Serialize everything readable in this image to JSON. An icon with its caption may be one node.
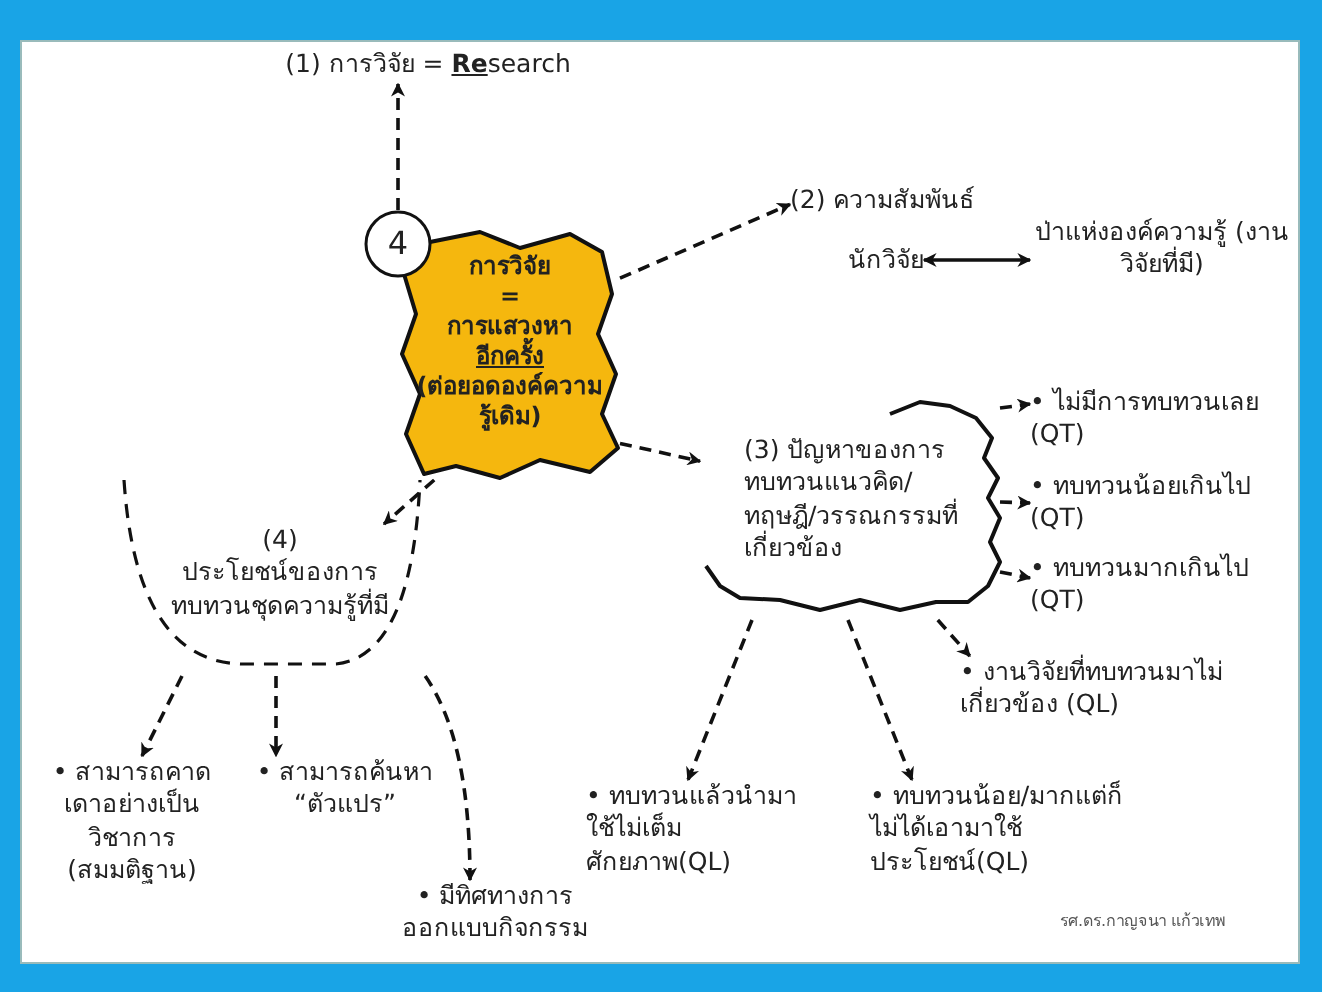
{
  "diagram": {
    "nodes": [
      {
        "text": [
          "การวิจัย",
          "=",
          "การแสวงหา",
          "อีกครั้ง",
          "(ต่อยอดองค์ความรู้เดิม)"
        ]
      },
      {
        "text": [
          "4"
        ]
      },
      {
        "text": [
          "(1) การวิจัย = **Re**search"
        ]
      },
      {
        "text": [
          "(2) ความสัมพันธ์"
        ]
      },
      {
        "text": [
          "นักวิจัย"
        ]
      },
      {
        "text": [
          "ป่าแห่งองค์ความรู้ (งานวิจัยที่มี)"
        ]
      },
      {
        "text": [
          "(3) ปัญหาของการทบทวนแนวคิด/ทฤษฎี/วรรณกรรมที่เกี่ยวข้อง"
        ]
      },
      {
        "text": [
          "• ไม่มีการทบทวนเลย (QT)"
        ]
      },
      {
        "text": [
          "• ทบทวนน้อยเกินไป (QT)"
        ]
      },
      {
        "text": [
          "• ทบทวนมากเกินไป (QT)"
        ]
      },
      {
        "text": [
          "• งานวิจัยที่ทบทวนมาไม่เกี่ยวข้อง (QL)"
        ]
      },
      {
        "text": [
          "• ทบทวนแล้วนำมาใช้ไม่เต็มศักยภาพ(QL)"
        ]
      },
      {
        "text": [
          "• ทบทวนน้อย/มากแต่ก็ไม่ได้เอามาใช้ประโยชน์(QL)"
        ]
      },
      {
        "text": [
          "(4)",
          "ประโยชน์ของการทบทวนชุดความรู้ที่มี"
        ]
      },
      {
        "text": [
          "• สามารถคาดเดาอย่างเป็นวิชาการ (สมมติฐาน)"
        ]
      },
      {
        "text": [
          "• สามารถค้นหา “ตัวแปร”"
        ]
      },
      {
        "text": [
          "• มีทิศทางการออกแบบกิจกรรม"
        ]
      }
    ],
    "edges": [
      {
        "from": 1,
        "to": 2,
        "arrow": "to",
        "style": "dashed"
      },
      {
        "from": 0,
        "to": 3,
        "arrow": "to",
        "style": "dashed"
      },
      {
        "from": 0,
        "to": 6,
        "arrow": "to",
        "style": "dashed"
      },
      {
        "from": 0,
        "to": 13,
        "arrow": "to",
        "style": "dashed"
      },
      {
        "from": 4,
        "to": 5,
        "arrow": "both"
      },
      {
        "from": 6,
        "to": 7,
        "arrow": "to",
        "style": "dashed"
      },
      {
        "from": 6,
        "to": 8,
        "arrow": "to",
        "style": "dashed"
      },
      {
        "from": 6,
        "to": 9,
        "arrow": "to",
        "style": "dashed"
      },
      {
        "from": 6,
        "to": 10,
        "arrow": "to",
        "style": "dashed"
      },
      {
        "from": 6,
        "to": 11,
        "arrow": "to",
        "style": "dashed"
      },
      {
        "from": 6,
        "to": 12,
        "arrow": "to",
        "style": "dashed"
      },
      {
        "from": 13,
        "to": 14,
        "arrow": "to",
        "style": "dashed"
      },
      {
        "from": 13,
        "to": 15,
        "arrow": "to",
        "style": "dashed"
      },
      {
        "from": 13,
        "to": 16,
        "arrow": "to",
        "style": "dashed"
      }
    ],
    "labels": [
      "รศ.ดร.กาญจนา แก้วเทพ"
    ]
  }
}
